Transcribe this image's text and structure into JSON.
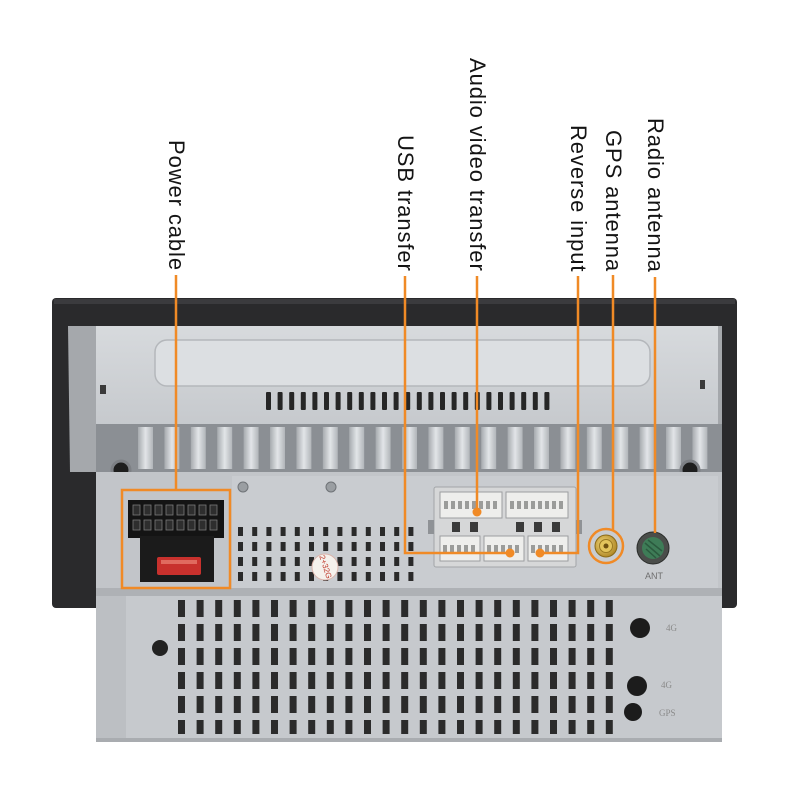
{
  "callouts": [
    {
      "label": "Power cable"
    },
    {
      "label": "USB transfer"
    },
    {
      "label": "Audio video transfer"
    },
    {
      "label": "Reverse input"
    },
    {
      "label": "GPS antenna"
    },
    {
      "label": "Radio antenna"
    }
  ],
  "panel_markings": {
    "ant": "ANT",
    "port_4g_1": "4G",
    "port_4g_2": "4G",
    "port_gps": "GPS",
    "sticker": "2+32G"
  },
  "colors": {
    "callout": "#f08a26",
    "bezel": "#2a2a2c",
    "housing": "#c4c7cb",
    "fuse": "#c8312d",
    "gps_connector": "#c9a227",
    "ant_connector": "#3e7c57"
  }
}
